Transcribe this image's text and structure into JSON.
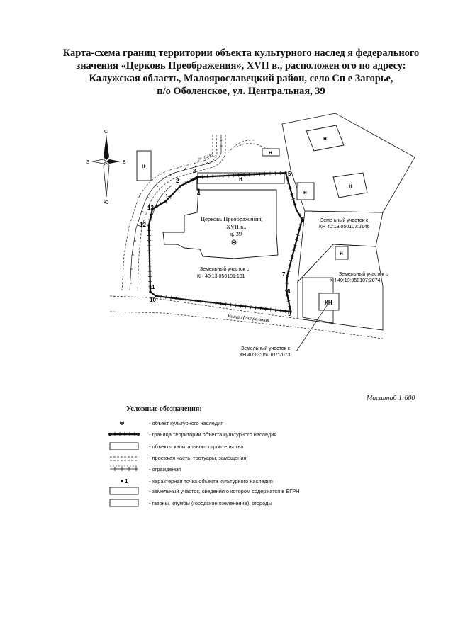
{
  "title": {
    "line1": "Карта-схема границ территории объекта культурного наслед  я  федерального",
    "line2": "значения «Церковь Преображения», XVII в., расположен  ого по адресу:",
    "line3": "Калужская область, Малоярославецкий район, село Сп  е Загорье,",
    "line4": "п/о Оболенское,  ул. Центральная, 39"
  },
  "compass": {
    "north": "С",
    "south": "Ю",
    "west": "З",
    "east": "В"
  },
  "map": {
    "road_label_top": "ул. Садо...",
    "street_label": "Улица Центральная",
    "church_name": "Церковь Преображения,",
    "church_century": "XVII в.,",
    "church_house": "д. 39",
    "parcel_main_label": "Земельный участок с",
    "parcel_main_id": "КН 40:13:050101:101",
    "parcel_ne_label": "Земе  ьный участок с",
    "parcel_ne_id": "КН 40:13:050107:2146",
    "parcel_e_label": "Земельный участок с",
    "parcel_e_id": "КН 40:13:050107:2074",
    "parcel_s_label": "Земельный участок с",
    "parcel_s_id": "КН 40:13:050107:2073",
    "building_mark": "н",
    "building_mark_kn": "КН",
    "points": [
      "1",
      "2",
      "3",
      "4",
      "5",
      "6",
      "7",
      "8",
      "9",
      "10",
      "11",
      "12",
      "13"
    ]
  },
  "scale": "Масштаб 1:600",
  "legend": {
    "title": "Условные обозначения:",
    "items": [
      "- объект культурного наследия",
      "- граница территории объекта культурного наследия",
      "- объекты капитального строительства",
      "- проезжая часть, тротуары, замощения",
      "- ограждения",
      "- характерная точка объекта культурного наследия",
      "- земельный участок, сведения о котором содержатся в ЕГРН",
      "- газоны, клумбы (городское озеленение), огороды"
    ],
    "point_sample": "1"
  }
}
